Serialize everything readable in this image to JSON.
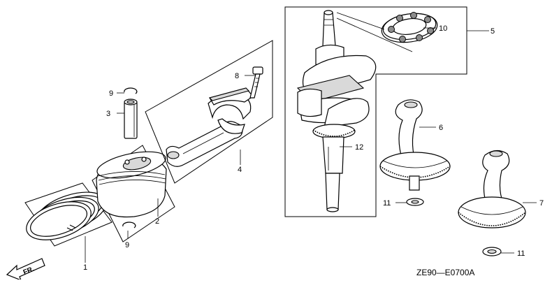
{
  "callouts": {
    "piston_ring_set": "1",
    "piston": "2",
    "piston_pin": "3",
    "connecting_rod": "4",
    "crankshaft_assembly": "5",
    "camshaft_a": "6",
    "camshaft_b": "7",
    "rod_bolt": "8",
    "pin_clip_top": "9",
    "pin_clip_bottom": "9",
    "bearing": "10",
    "washer_a": "11",
    "washer_b": "11",
    "crankshaft": "12"
  },
  "direction_arrow": "FR.",
  "diagram_code": "ZE90—E0700A"
}
